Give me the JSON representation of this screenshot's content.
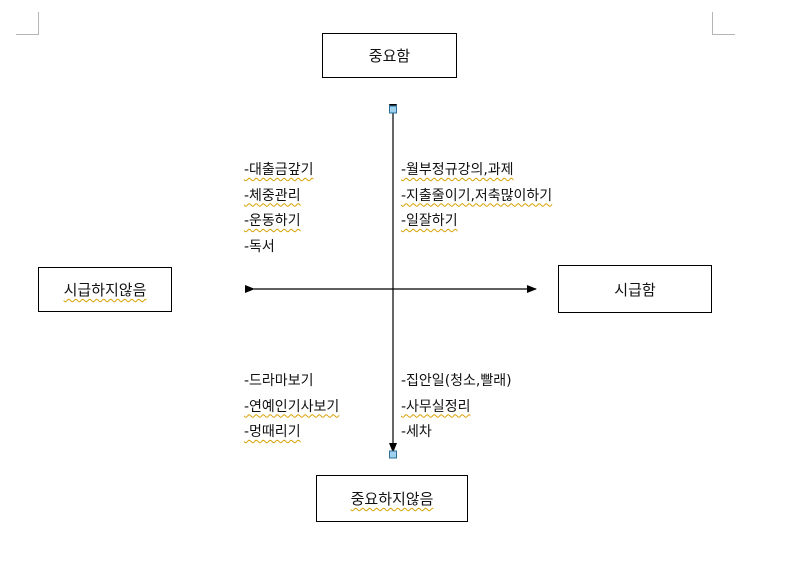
{
  "labels": {
    "top": "중요함",
    "bottom": "중요하지않음",
    "left": "시급하지않음",
    "right": "시급함"
  },
  "quadrants": {
    "top_left": [
      "-대출금갚기",
      "-체중관리",
      "-운동하기",
      "-독서"
    ],
    "top_right": [
      "-월부정규강의,과제",
      "-지출줄이기,저축많이하기",
      "-일잘하기"
    ],
    "bottom_left": [
      "-드라마보기",
      "-연예인기사보기",
      "-멍때리기"
    ],
    "bottom_right": [
      "-집안일(청소,빨래)",
      "-사무실정리",
      "-세차"
    ]
  },
  "colors": {
    "handle_fill": "#9fd0ee",
    "handle_stroke": "#2a6f9a",
    "spellcheck_underline": "#d8a000"
  }
}
